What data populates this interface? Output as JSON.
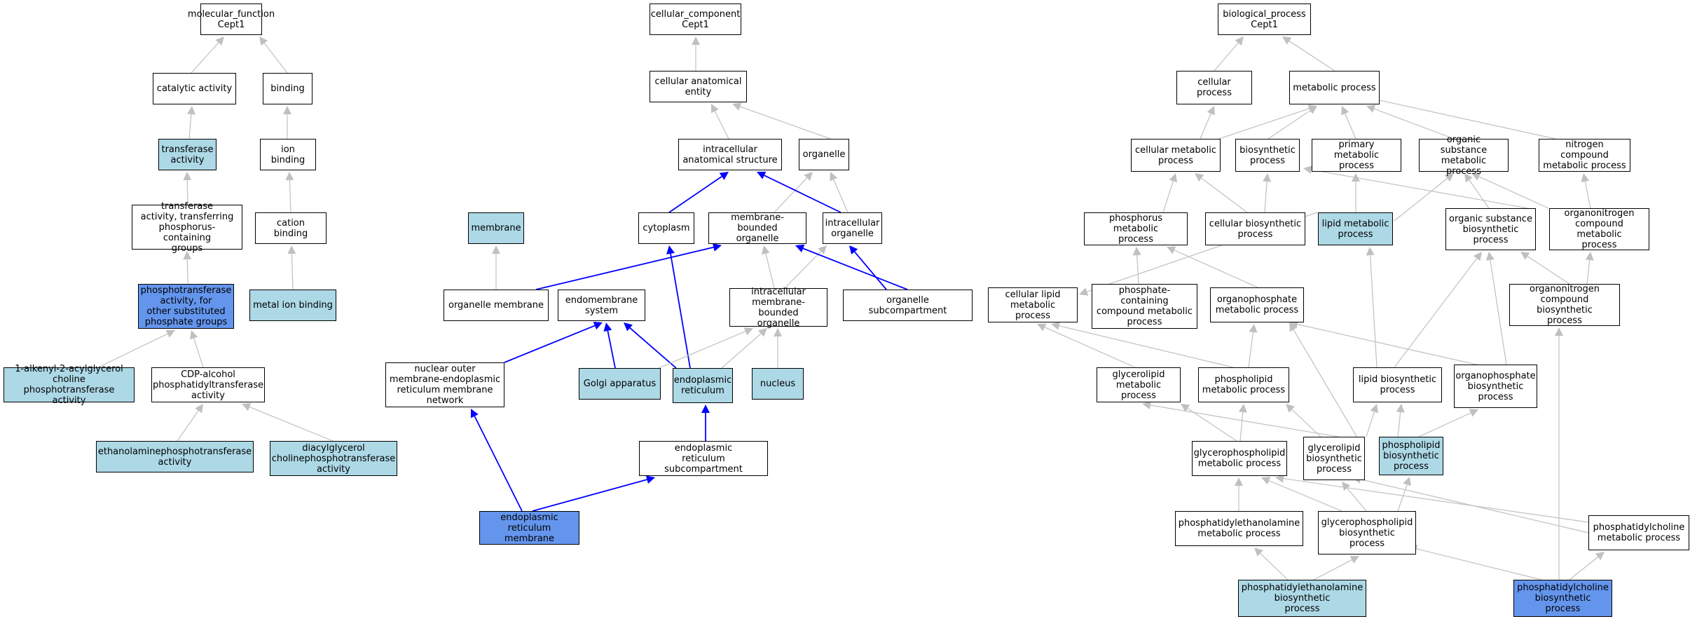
{
  "colors": {
    "highlight_light": "#add8e6",
    "highlight_dark": "#6495ed",
    "edge_gray": "#c0c0c0",
    "edge_blue": "#0000ff",
    "node_border": "#000000"
  },
  "nodes": {
    "mf_root": "molecular_function\nCept1",
    "catalytic": "catalytic activity",
    "binding": "binding",
    "transferase": "transferase\nactivity",
    "ion_binding": "ion binding",
    "tr_phos": "transferase\nactivity, transferring\nphosphorus-containing\ngroups",
    "cation_binding": "cation binding",
    "phosphotransferase": "phosphotransferase\nactivity, for\nother substituted\nphosphate groups",
    "metal_ion": "metal ion binding",
    "alkenyl": "1-alkenyl-2-acylglycerol\ncholine phosphotransferase\nactivity",
    "cdp": "CDP-alcohol\nphosphatidyltransferase\nactivity",
    "ethanolamine_pt": "ethanolaminephosphotransferase\nactivity",
    "diacyl": "diacylglycerol\ncholinephosphotransferase\nactivity",
    "cc_root": "cellular_component\nCept1",
    "cae": "cellular anatomical\nentity",
    "ias": "intracellular\nanatomical structure",
    "organelle": "organelle",
    "membrane": "membrane",
    "cytoplasm": "cytoplasm",
    "mbo": "membrane-bounded\norganelle",
    "io": "intracellular\norganelle",
    "org_mem": "organelle membrane",
    "endomem": "endomembrane\nsystem",
    "imbo": "intracellular\nmembrane-bounded\norganelle",
    "subcomp": "organelle subcompartment",
    "nuclear_outer": "nuclear outer\nmembrane-endoplasmic\nreticulum membrane\nnetwork",
    "golgi": "Golgi apparatus",
    "er": "endoplasmic\nreticulum",
    "nucleus": "nucleus",
    "er_sub": "endoplasmic\nreticulum subcompartment",
    "er_mem": "endoplasmic\nreticulum membrane",
    "bp_root": "biological_process\nCept1",
    "cell_proc": "cellular process",
    "metab": "metabolic process",
    "cmp": "cellular metabolic\nprocess",
    "biosyn": "biosynthetic\nprocess",
    "pmp": "primary metabolic\nprocess",
    "osmp": "organic substance\nmetabolic process",
    "ncmp": "nitrogen compound\nmetabolic process",
    "phos_mp": "phosphorus metabolic\nprocess",
    "cbp": "cellular biosynthetic\nprocess",
    "lmp": "lipid metabolic\nprocess",
    "osbp": "organic substance\nbiosynthetic\nprocess",
    "oncmp": "organonitrogen\ncompound metabolic\nprocess",
    "clmp": "cellular lipid\nmetabolic process",
    "pccmp": "phosphate-containing\ncompound metabolic\nprocess",
    "opmp": "organophosphate\nmetabolic process",
    "oncbp": "organonitrogen\ncompound biosynthetic\nprocess",
    "glmp": "glycerolipid\nmetabolic process",
    "plmp": "phospholipid\nmetabolic process",
    "lbp": "lipid biosynthetic\nprocess",
    "opbp": "organophosphate\nbiosynthetic\nprocess",
    "gplmp": "glycerophospholipid\nmetabolic process",
    "glbp": "glycerolipid\nbiosynthetic\nprocess",
    "plbp": "phospholipid\nbiosynthetic\nprocess",
    "pemp": "phosphatidylethanolamine\nmetabolic process",
    "gplbp": "glycerophospholipid\nbiosynthetic\nprocess",
    "pcmp": "phosphatidylcholine\nmetabolic process",
    "pebp": "phosphatidylethanolamine\nbiosynthetic\nprocess",
    "pcbp": "phosphatidylcholine\nbiosynthetic\nprocess"
  }
}
